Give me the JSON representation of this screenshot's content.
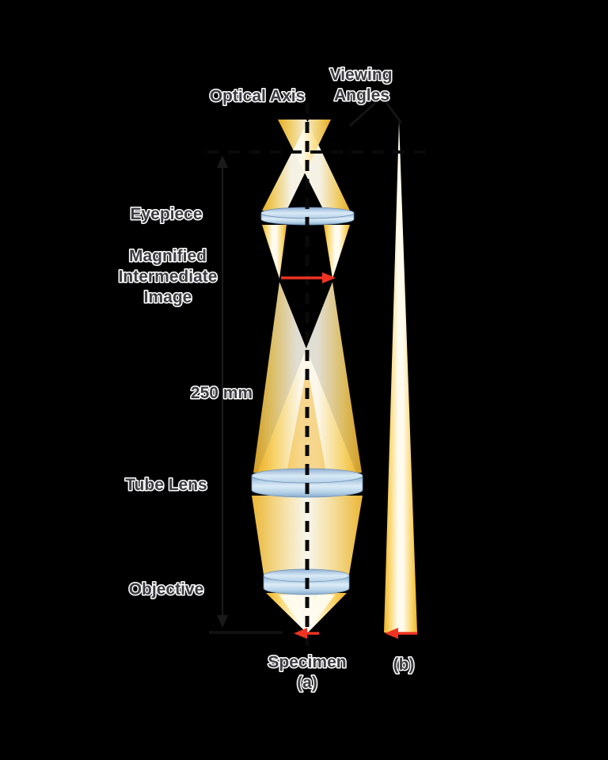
{
  "labels": {
    "optical_axis": "Optical Axis",
    "viewing_angles_line1": "Viewing",
    "viewing_angles_line2": "Angles",
    "eyepiece": "Eyepiece",
    "magnified_line1": "Magnified",
    "magnified_line2": "Intermediate",
    "magnified_line3": "Image",
    "distance": "250 mm",
    "tube_lens": "Tube Lens",
    "objective": "Objective",
    "specimen": "Specimen",
    "panel_a": "(a)",
    "panel_b": "(b)"
  },
  "colors": {
    "background": "#000000",
    "beam_edge_gold": "#efb227",
    "beam_core_cream": "#fffbee",
    "lens_blue": "#a8c6e0",
    "lens_rim": "#6d8fb5",
    "arrow_red": "#ee3322",
    "line_black": "#0a0a0a",
    "text": "#3c3c42"
  }
}
